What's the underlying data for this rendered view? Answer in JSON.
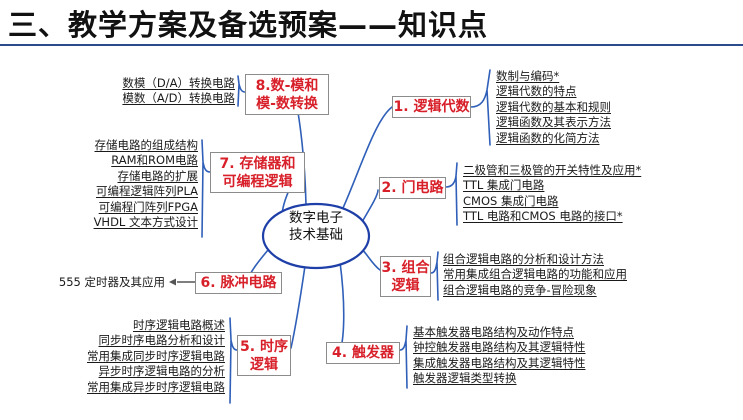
{
  "title": "三、教学方案及备选预案——知识点",
  "center": {
    "line1": "数字电子",
    "line2": "技术基础"
  },
  "colors": {
    "branch": "#2f5fb8",
    "topic_text": "#d8202a",
    "rule": "#2b4b8c"
  },
  "topics": {
    "t1": {
      "label": "1. 逻辑代数",
      "items": [
        "数制与编码*",
        "逻辑代数的特点",
        "逻辑代数的基本和规则",
        "逻辑函数及其表示方法",
        "逻辑函数的化简方法"
      ]
    },
    "t2": {
      "label": "2. 门电路",
      "items": [
        "二极管和三极管的开关特性及应用*",
        "TTL 集成门电路",
        "CMOS 集成门电路",
        "TTL 电路和CMOS 电路的接口*"
      ]
    },
    "t3": {
      "line1": "3. 组合",
      "line2": "逻辑",
      "items": [
        "组合逻辑电路的分析和设计方法",
        "常用集成组合逻辑电路的功能和应用",
        "组合逻辑电路的竞争-冒险现象"
      ]
    },
    "t4": {
      "label": "4. 触发器",
      "items": [
        "基本触发器电路结构及动作特点",
        "钟控触发器电路结构及其逻辑特性",
        "集成触发器电路结构及其逻辑特性",
        "触发器逻辑类型转换"
      ]
    },
    "t5": {
      "line1": "5. 时序",
      "line2": "逻辑",
      "items": [
        "时序逻辑电路概述",
        "同步时序电路分析和设计",
        "常用集成同步时序逻辑电路",
        "异步时序逻辑电路的分析",
        "常用集成异步时序逻辑电路"
      ]
    },
    "t6": {
      "label": "6. 脉冲电路",
      "items": [
        "555 定时器及其应用"
      ]
    },
    "t7": {
      "line1": "7. 存储器和",
      "line2": "可编程逻辑",
      "items": [
        "存储电路的组成结构",
        "RAM和ROM电路",
        "存储电路的扩展",
        "可编程逻辑阵列PLA",
        "可编程门阵列FPGA",
        "VHDL 文本方式设计"
      ]
    },
    "t8": {
      "line1": "8.数-模和",
      "line2": "模-数转换",
      "items": [
        "数模（D/A）转换电路",
        "模数（A/D）转换电路"
      ]
    }
  }
}
